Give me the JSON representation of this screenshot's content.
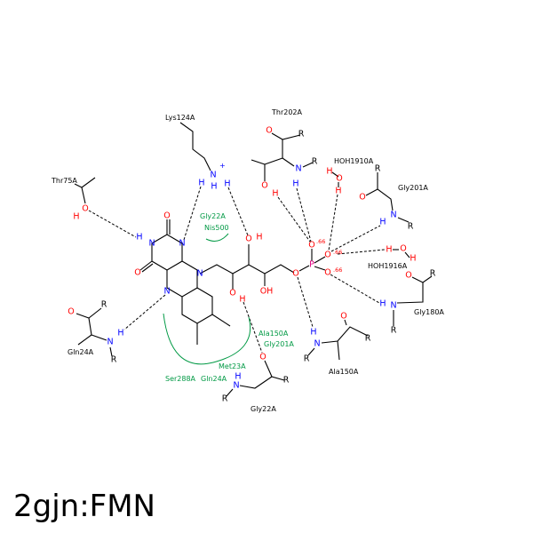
{
  "title": "2gjn:FMN",
  "residues": {
    "lys124": "Lys124A",
    "thr202": "Thr202A",
    "hoh1910": "HOH1910A",
    "gly201": "Gly201A",
    "hoh1916": "HOH1916A",
    "gly180": "Gly180A",
    "ala150": "Ala150A",
    "gly22": "Gly22A",
    "gln24": "Gln24A",
    "thr75": "Thr75A"
  },
  "hydrophobic": {
    "top": [
      "Gly22A",
      "Nis500"
    ],
    "bottom": [
      "Ala150A",
      "Gly201A",
      "Met23A",
      "Gln24A",
      "Ser288A"
    ]
  },
  "charge": ".66",
  "atoms": {
    "N": "N",
    "O": "O",
    "H": "H",
    "P": "P",
    "R": "R",
    "OH": "OH",
    "plus": "+"
  },
  "colors": {
    "nitrogen": "#0000ff",
    "oxygen": "#ff0000",
    "phosphorus": "#e0007f",
    "hydrophobic": "#009944"
  }
}
